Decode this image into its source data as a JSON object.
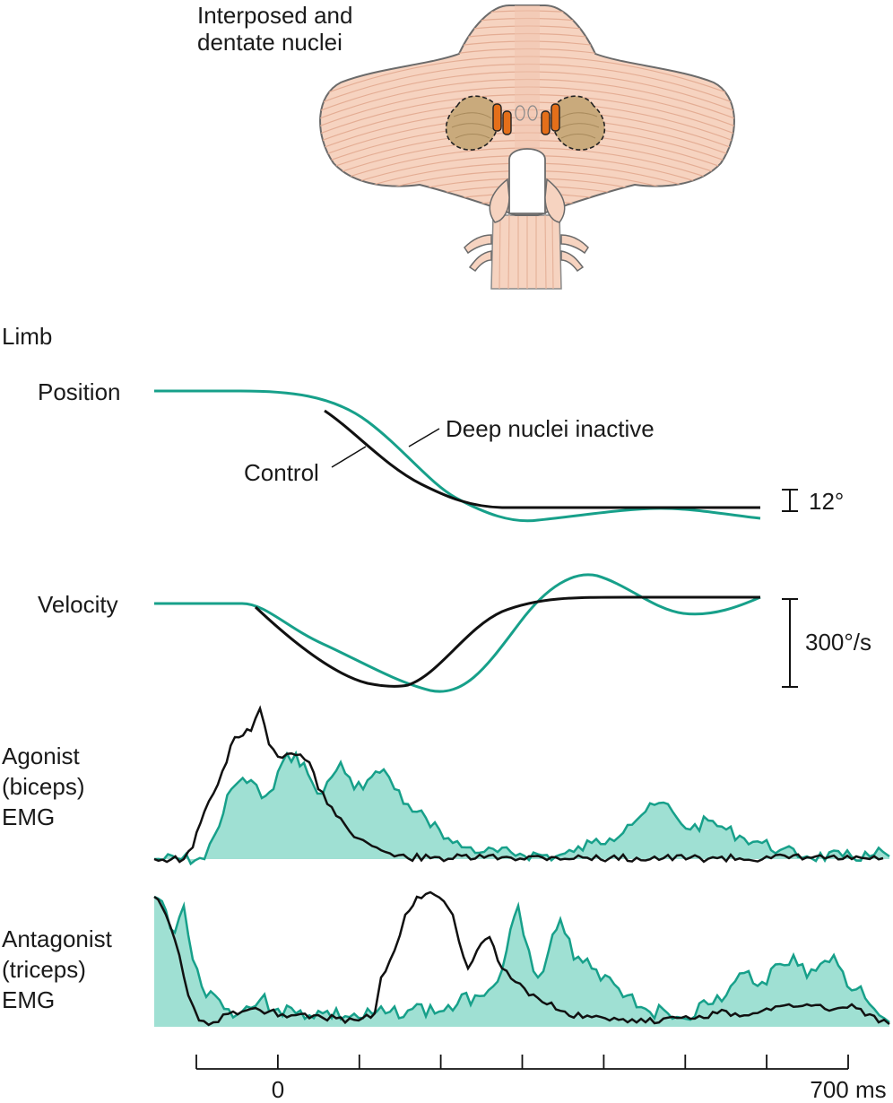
{
  "anatomy": {
    "nuclei_label_line1": "Interposed and",
    "nuclei_label_line2": "dentate nuclei"
  },
  "section_label": "Limb",
  "position_panel": {
    "label": "Position",
    "control_label": "Control",
    "inactive_label": "Deep nuclei inactive",
    "scale_label": "12°"
  },
  "velocity_panel": {
    "label": "Velocity",
    "scale_label": "300°/s"
  },
  "agonist_panel": {
    "label_line1": "Agonist",
    "label_line2": "(biceps)",
    "label_line3": "EMG"
  },
  "antagonist_panel": {
    "label_line1": "Antagonist",
    "label_line2": "(triceps)",
    "label_line3": "EMG"
  },
  "time_axis": {
    "zero_label": "0",
    "end_label": "700 ms",
    "tick_count": 9
  },
  "colors": {
    "control": "#111111",
    "deep_nuclei_inactive": "#17a08a",
    "inactive_fill": "#9fe0d3",
    "cerebellum": "#f6d3c0",
    "cerebellum_outline": "#6b6b6b",
    "dentate": "#c9aa7c",
    "interposed": "#e46f1a"
  }
}
